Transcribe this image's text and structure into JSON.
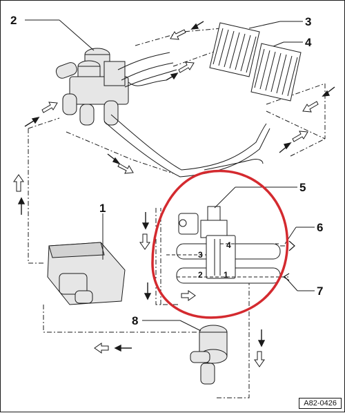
{
  "callouts": {
    "c1": "1",
    "c2": "2",
    "c3": "3",
    "c4": "4",
    "c5": "5",
    "c6": "6",
    "c7": "7",
    "c8": "8"
  },
  "valve_ports": {
    "p1": "1",
    "p2": "2",
    "p3": "3",
    "p4": "4"
  },
  "reference": "A82-0426",
  "colors": {
    "line": "#1a1a1a",
    "highlight": "#d42a2f",
    "part_fill": "#e6e6e6"
  }
}
